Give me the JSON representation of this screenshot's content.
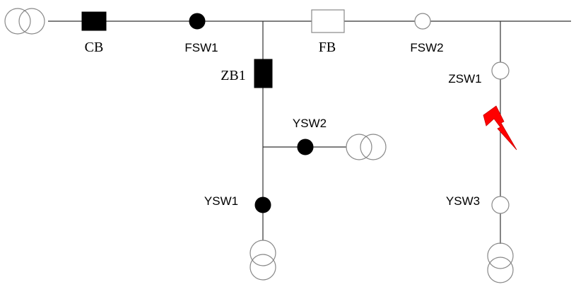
{
  "labels": {
    "cb": "CB",
    "fsw1": "FSW1",
    "fb": "FB",
    "fsw2": "FSW2",
    "zb1": "ZB1",
    "ysw2": "YSW2",
    "zsw1": "ZSW1",
    "ysw1": "YSW1",
    "ysw3": "YSW3"
  },
  "states": {
    "cb": "closed",
    "fsw1": "closed",
    "fb": "open",
    "fsw2": "open",
    "zb1": "closed",
    "ysw2": "closed",
    "zsw1": "open",
    "ysw1": "closed",
    "ysw3": "open"
  },
  "colors": {
    "fault": "#ff0000",
    "closed": "#000000",
    "open": "#ffffff"
  },
  "icons": {
    "fault": "lightning-bolt-icon",
    "transformer": "transformer-icon"
  }
}
